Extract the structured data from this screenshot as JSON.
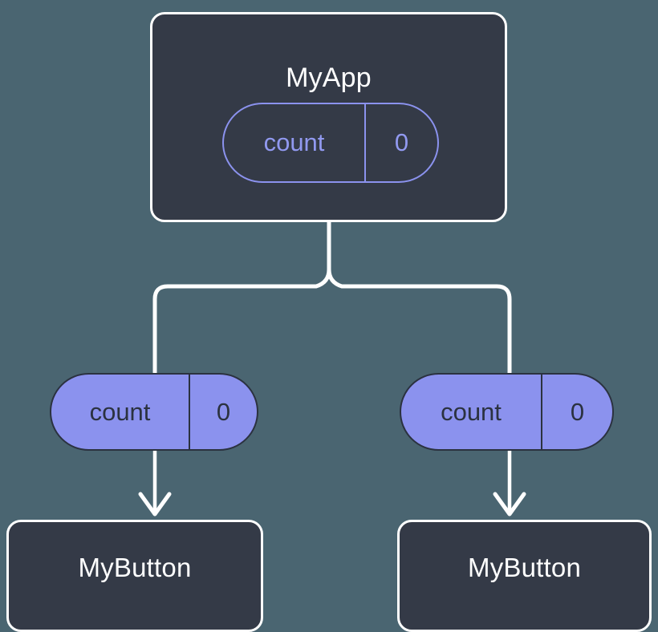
{
  "diagram": {
    "type": "component-tree",
    "background_color": "#4A6571",
    "node_fill_color": "#343A47",
    "node_border_color": "#FFFFFF",
    "pill_accent_color": "#8B92EE",
    "pill_text_dark_color": "#2B3240",
    "connector_color": "#FFFFFF"
  },
  "root": {
    "title": "MyApp",
    "state": {
      "key": "count",
      "value": "0"
    }
  },
  "children": [
    {
      "prop": {
        "key": "count",
        "value": "0"
      },
      "title": "MyButton"
    },
    {
      "prop": {
        "key": "count",
        "value": "0"
      },
      "title": "MyButton"
    }
  ]
}
